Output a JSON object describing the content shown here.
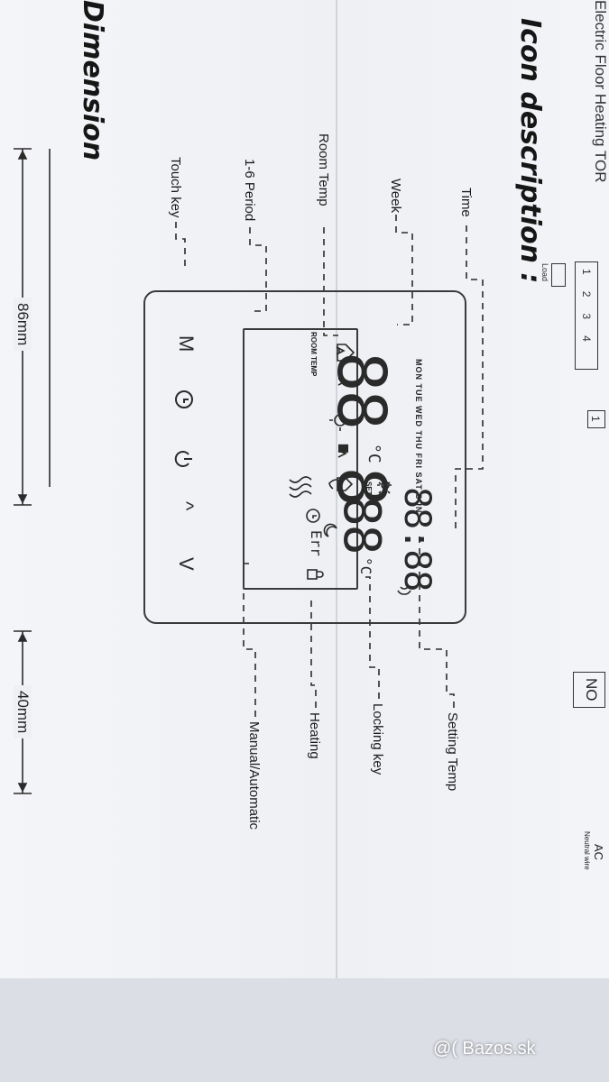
{
  "header": {
    "top_fragment": "Electric Floor Heating TOR",
    "section_title": "Icon description :",
    "dimension_title": "Dimension"
  },
  "wiring": {
    "terminals": [
      "1",
      "2",
      "3",
      "4"
    ],
    "load_label": "Load",
    "terminal_right": "1",
    "no_label": "NO",
    "ac_label": "AC",
    "neutral_label": "Neutral wire"
  },
  "callouts": {
    "time": "Time",
    "week": "Week",
    "room_temp": "Room Temp",
    "period": "1-6 Period",
    "touch_key": "Touch key",
    "setting_temp": "Setting Temp",
    "locking_key": "Locking key",
    "heating": "Heating",
    "manual_auto": "Manual/Automatic"
  },
  "lcd": {
    "week_days": "MON TUE WED THU FRI SAT SUN",
    "room_label": "ROOM TEMP",
    "set_label": "SET",
    "main_digits": "88.8",
    "time_digits": "88:88",
    "set_digits": "88",
    "unit_c": "°C",
    "err_text": "Err"
  },
  "keys": {
    "m": "M",
    "up": "^",
    "down": "V"
  },
  "dimensions": {
    "width": "86mm",
    "depth": "40mm"
  },
  "watermark": "@( Bazos.sk"
}
